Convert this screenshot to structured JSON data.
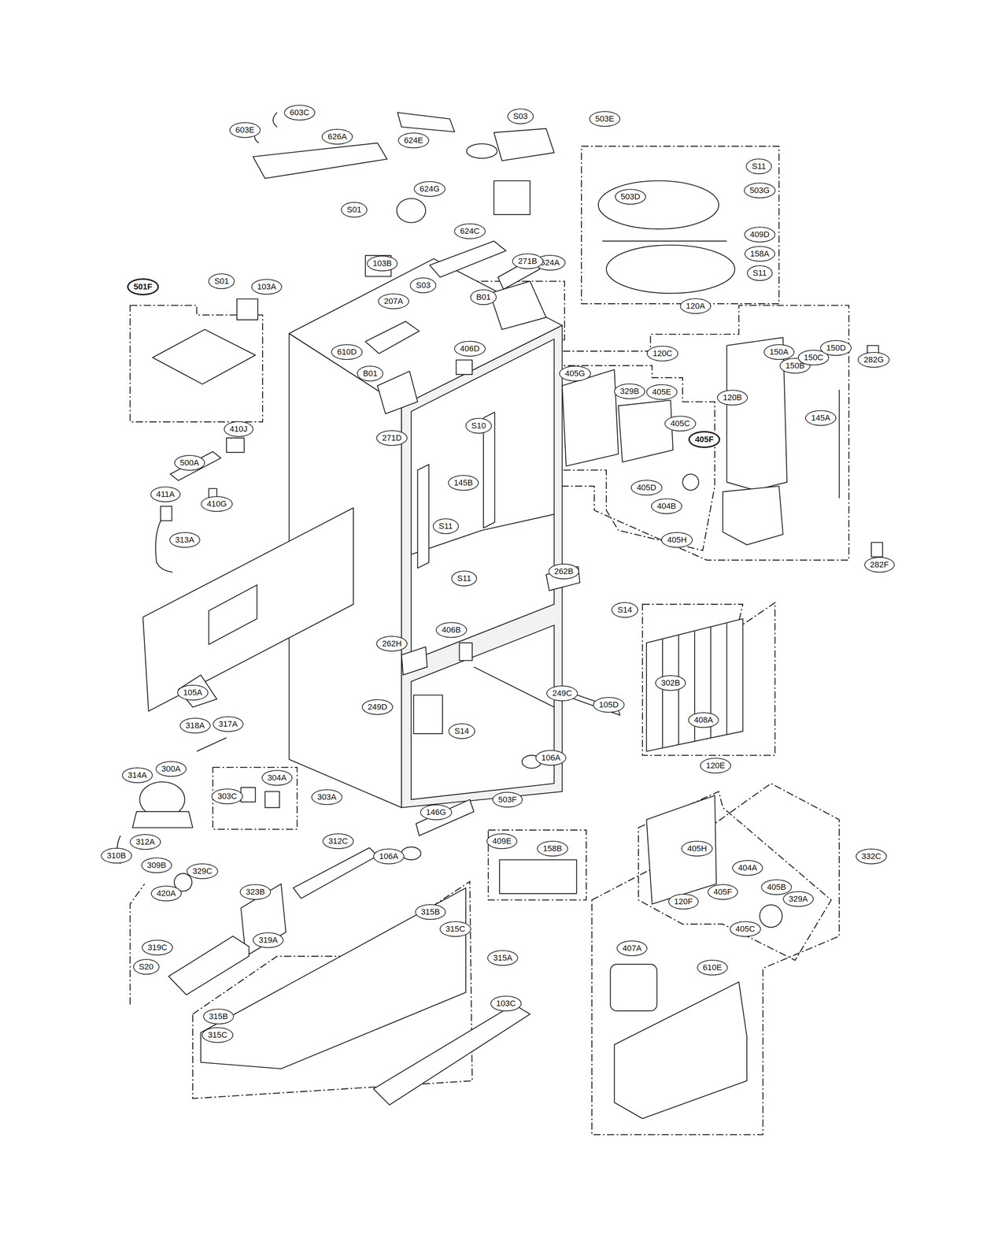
{
  "diagram": {
    "labels": [
      "603C",
      "603E",
      "626A",
      "624E",
      "S03",
      "503E",
      "S11",
      "624G",
      "503D",
      "503G",
      "S01",
      "624C",
      "409D",
      "158A",
      "624A",
      "103B",
      "271B",
      "S11",
      "S01",
      "103A",
      "501F",
      "S03",
      "207A",
      "B01",
      "120A",
      "610D",
      "406D",
      "120C",
      "150A",
      "150B",
      "150C",
      "150D",
      "282G",
      "B01",
      "405G",
      "329B",
      "405E",
      "120B",
      "145A",
      "405C",
      "S10",
      "410J",
      "271D",
      "405F",
      "500A",
      "145B",
      "405D",
      "411A",
      "410G",
      "404B",
      "S11",
      "313A",
      "405H",
      "282F",
      "262B",
      "S11",
      "S14",
      "406B",
      "262H",
      "302B",
      "105A",
      "249C",
      "105D",
      "249D",
      "408A",
      "318A",
      "317A",
      "S14",
      "106A",
      "120E",
      "300A",
      "314A",
      "304A",
      "303C",
      "303A",
      "503F",
      "146G",
      "312A",
      "312C",
      "409E",
      "158B",
      "405H",
      "310B",
      "106A",
      "332C",
      "309B",
      "404A",
      "329C",
      "405B",
      "323B",
      "405F",
      "420A",
      "329A",
      "120F",
      "315B",
      "315C",
      "405C",
      "319A",
      "319C",
      "407A",
      "315A",
      "610E",
      "S20",
      "103C",
      "315B",
      "315C"
    ]
  }
}
